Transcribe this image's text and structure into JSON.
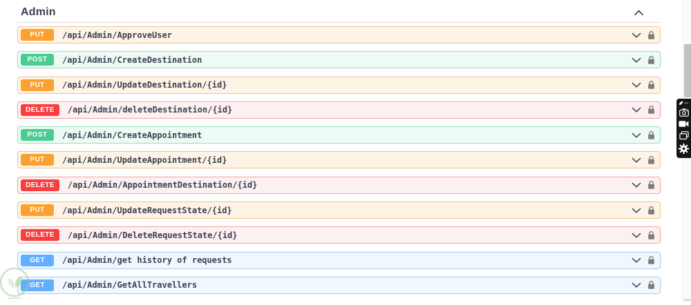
{
  "section": {
    "title": "Admin"
  },
  "endpoints": [
    {
      "method": "PUT",
      "path": "/api/Admin/ApproveUser"
    },
    {
      "method": "POST",
      "path": "/api/Admin/CreateDestination"
    },
    {
      "method": "PUT",
      "path": "/api/Admin/UpdateDestination/{id}"
    },
    {
      "method": "DELETE",
      "path": "/api/Admin/deleteDestination/{id}"
    },
    {
      "method": "POST",
      "path": "/api/Admin/CreateAppointment"
    },
    {
      "method": "PUT",
      "path": "/api/Admin/UpdateAppointment/{id}"
    },
    {
      "method": "DELETE",
      "path": "/api/Admin/AppointmentDestination/{id}"
    },
    {
      "method": "PUT",
      "path": "/api/Admin/UpdateRequestState/{id}"
    },
    {
      "method": "DELETE",
      "path": "/api/Admin/DeleteRequestState/{id}"
    },
    {
      "method": "GET",
      "path": "/api/Admin/get history of requests"
    },
    {
      "method": "GET",
      "path": "/api/Admin/GetAllTravellers"
    }
  ],
  "colors": {
    "get": "#61affe",
    "post": "#49cc90",
    "put": "#fca130",
    "delete": "#f93e3e",
    "text": "#3b4151"
  },
  "icons": {
    "section_collapse": "chevron-up-icon",
    "row_expand": "chevron-down-icon",
    "row_auth": "lock-icon",
    "side_toolbar": [
      "extension-logo-icon",
      "camera-icon",
      "video-camera-icon",
      "copy-pages-icon",
      "gear-icon"
    ]
  }
}
